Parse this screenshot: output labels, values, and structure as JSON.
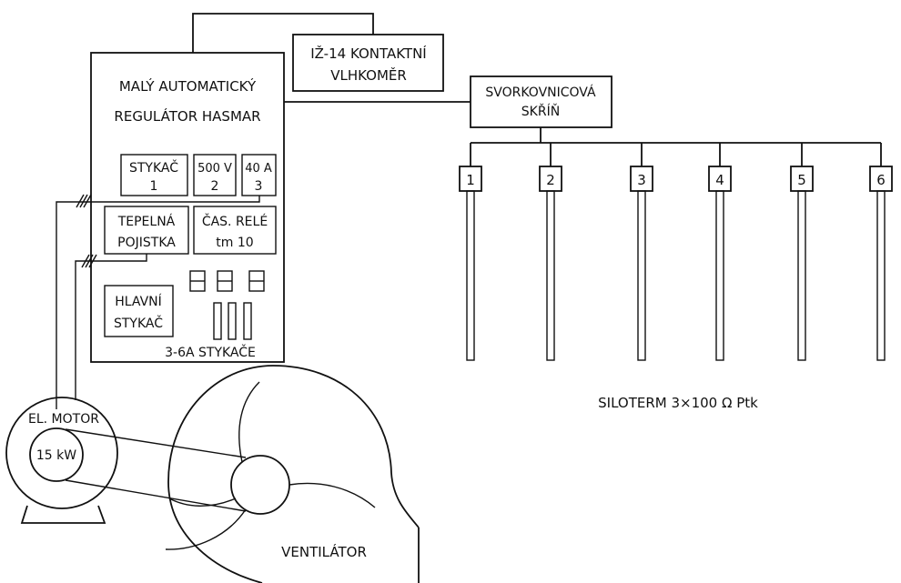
{
  "controller": {
    "title_line1": "MALÝ AUTOMATICKÝ",
    "title_line2": "REGULÁTOR HASMAR",
    "stykac_line1": "STYKAČ",
    "stykac_line2": "1",
    "volt_line1": "500 V",
    "volt_line2": "2",
    "amp_line1": "40 A",
    "amp_line2": "3",
    "tepelna_line1": "TEPELNÁ",
    "tepelna_line2": "POJISTKA",
    "casrele_line1": "ČAS. RELÉ",
    "casrele_line2": "tm 10",
    "hlavni_line1": "HLAVNÍ",
    "hlavni_line2": "STYKAČ",
    "stykace_label": "3-6A STYKAČE"
  },
  "hygrometer": {
    "line1": "IŽ-14 KONTAKTNÍ",
    "line2": "VLHKOMĚR"
  },
  "terminal_box": {
    "line1": "SVORKOVNICOVÁ",
    "line2": "SKŘÍŇ"
  },
  "probes": {
    "labels": [
      "1",
      "2",
      "3",
      "4",
      "5",
      "6"
    ],
    "caption": "SILOTERM  3×100 Ω  Ptk"
  },
  "motor": {
    "line1": "EL. MOTOR",
    "line2": "15 kW"
  },
  "fan": {
    "label": "VENTILÁTOR"
  },
  "colors": {
    "ink": "#111111",
    "paper": "#ffffff"
  }
}
